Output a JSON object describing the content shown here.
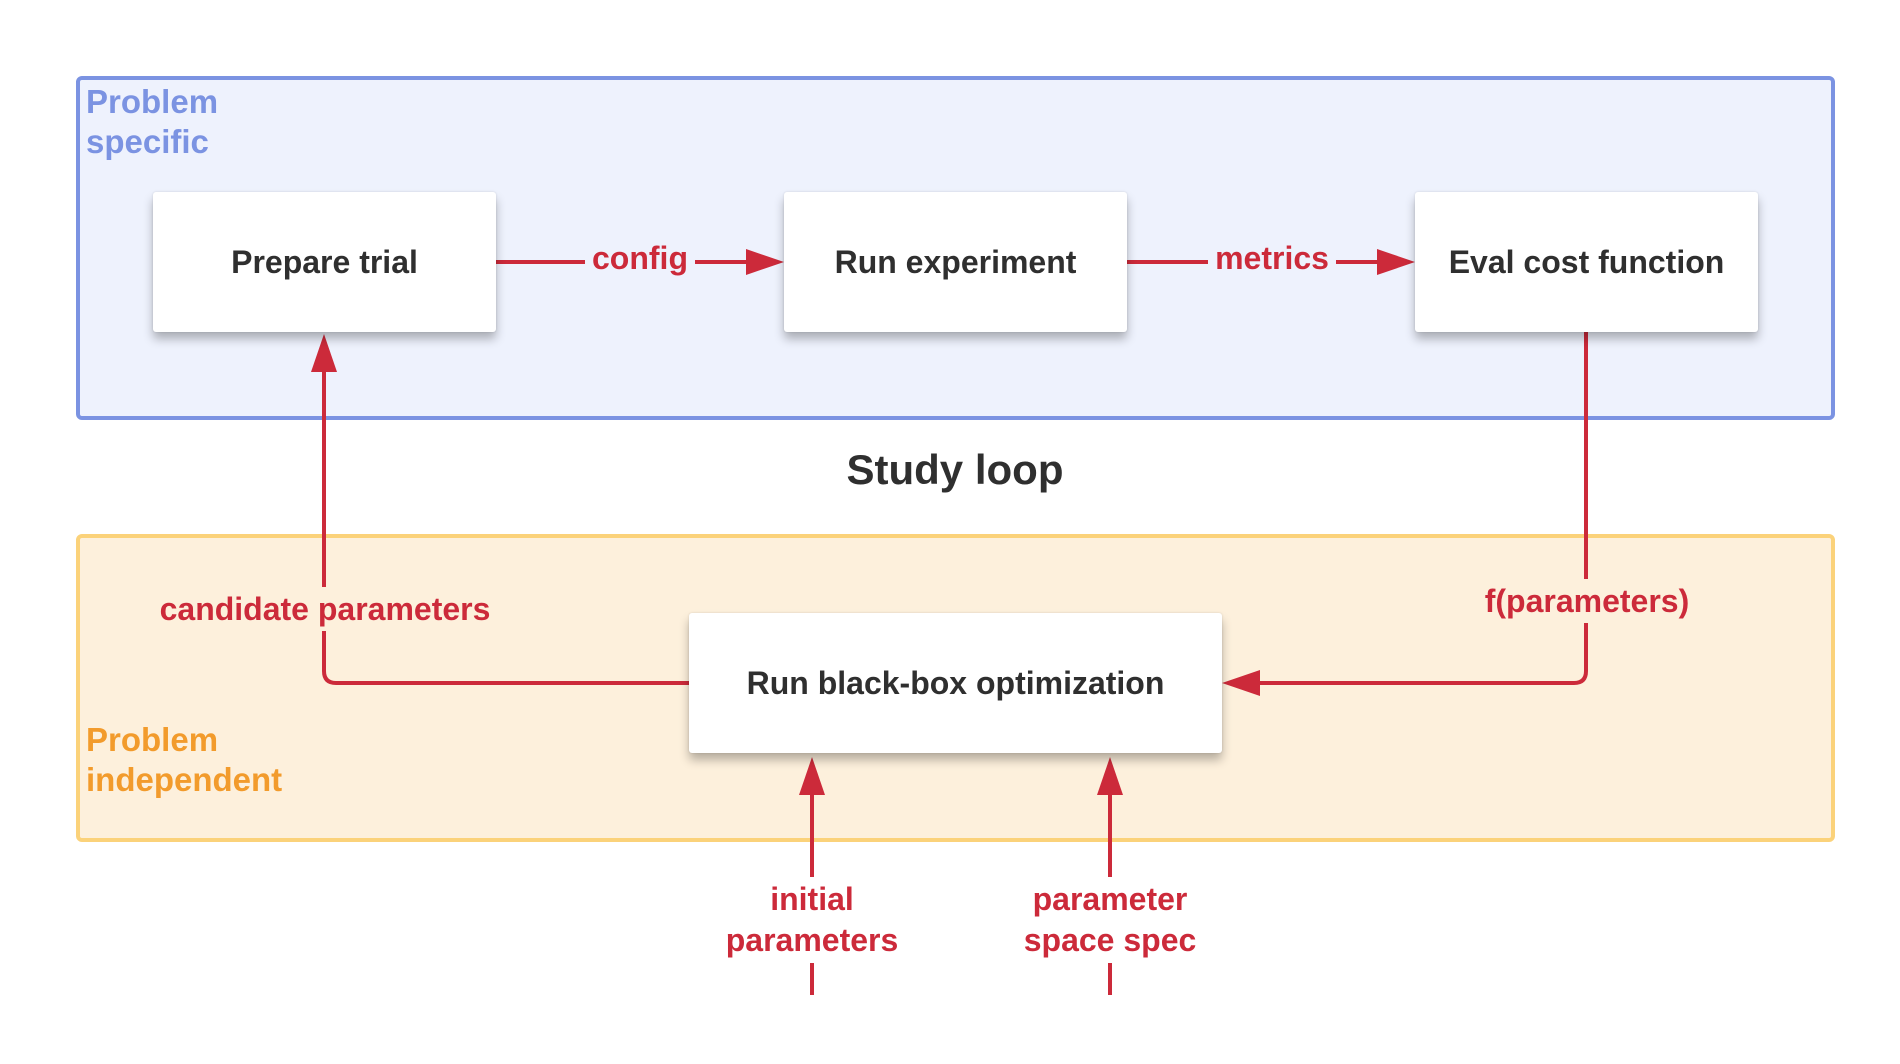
{
  "regions": {
    "specific": {
      "label": "Problem\nspecific",
      "border_color": "#7b93e2",
      "fill_color": "#eef2fd"
    },
    "independent": {
      "label": "Problem\nindependent",
      "border_color": "#fbd27a",
      "fill_color": "#fdf0dc",
      "label_color": "#f29b2c"
    }
  },
  "title": "Study loop",
  "nodes": {
    "prepare_trial": "Prepare trial",
    "run_experiment": "Run experiment",
    "eval_cost": "Eval cost function",
    "blackbox": "Run black-box optimization"
  },
  "edges": {
    "config": "config",
    "metrics": "metrics",
    "candidate_parameters": "candidate parameters",
    "f_parameters": "f(parameters)",
    "initial_parameters": "initial\nparameters",
    "parameter_space_spec": "parameter\nspace spec"
  },
  "colors": {
    "arrow": "#cc2a3a",
    "text": "#2f2f2f"
  }
}
